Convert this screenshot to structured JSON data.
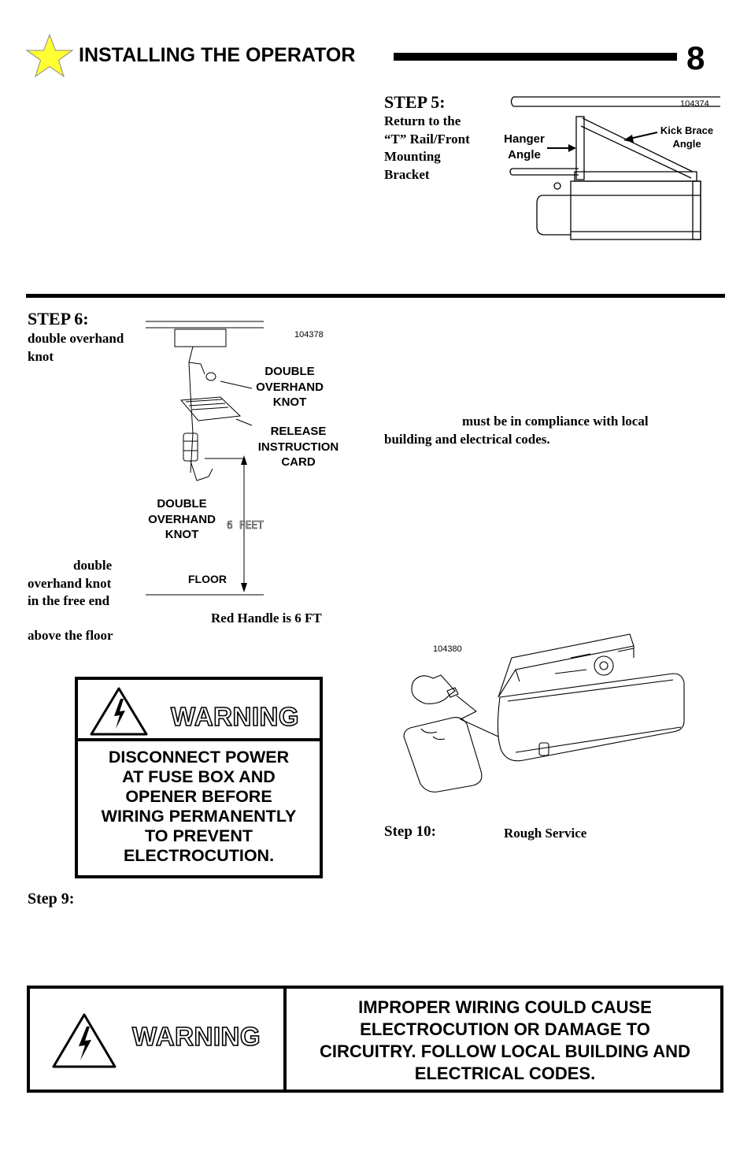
{
  "header": {
    "title": "INSTALLING THE OPERATOR",
    "page_number": "8"
  },
  "step5": {
    "heading": "STEP 5:",
    "text_lines": [
      "Return to the",
      "“T” Rail/Front",
      "Mounting",
      "Bracket"
    ],
    "figure_id": "104374",
    "label_hanger": [
      "Hanger",
      "Angle"
    ],
    "label_kick": [
      "Kick Brace",
      "Angle"
    ]
  },
  "step6": {
    "heading": "STEP 6:",
    "text_lines": [
      "double overhand",
      "knot"
    ],
    "figure_id": "104378",
    "label_top_knot": [
      "DOUBLE",
      "OVERHAND",
      "KNOT"
    ],
    "label_card": [
      "RELEASE",
      "INSTRUCTION",
      "CARD"
    ],
    "label_bottom_knot": [
      "DOUBLE",
      "OVERHAND",
      "KNOT"
    ],
    "label_feet": "6 FEET",
    "label_floor": "FLOOR",
    "free_end_lines": [
      "double",
      "overhand knot",
      "in the free end"
    ],
    "above_floor": "above the floor",
    "red_handle": "Red Handle is 6 FT"
  },
  "compliance": {
    "line1": "must be in compliance with local",
    "line2": "building and electrical codes."
  },
  "warning1": {
    "title": "WARNING",
    "text_lines": [
      "DISCONNECT POWER",
      "AT FUSE BOX AND",
      "OPENER BEFORE",
      "WIRING PERMANENTLY",
      "TO PREVENT",
      "ELECTROCUTION."
    ]
  },
  "step9": {
    "heading": "Step 9:"
  },
  "step10": {
    "heading": "Step 10:",
    "text": "Rough Service",
    "figure_id": "104380"
  },
  "warning2": {
    "title": "WARNING",
    "text_lines": [
      "IMPROPER WIRING COULD CAUSE",
      "ELECTROCUTION OR DAMAGE TO",
      "CIRCUITRY.  FOLLOW LOCAL BUILDING AND",
      "ELECTRICAL CODES."
    ]
  }
}
